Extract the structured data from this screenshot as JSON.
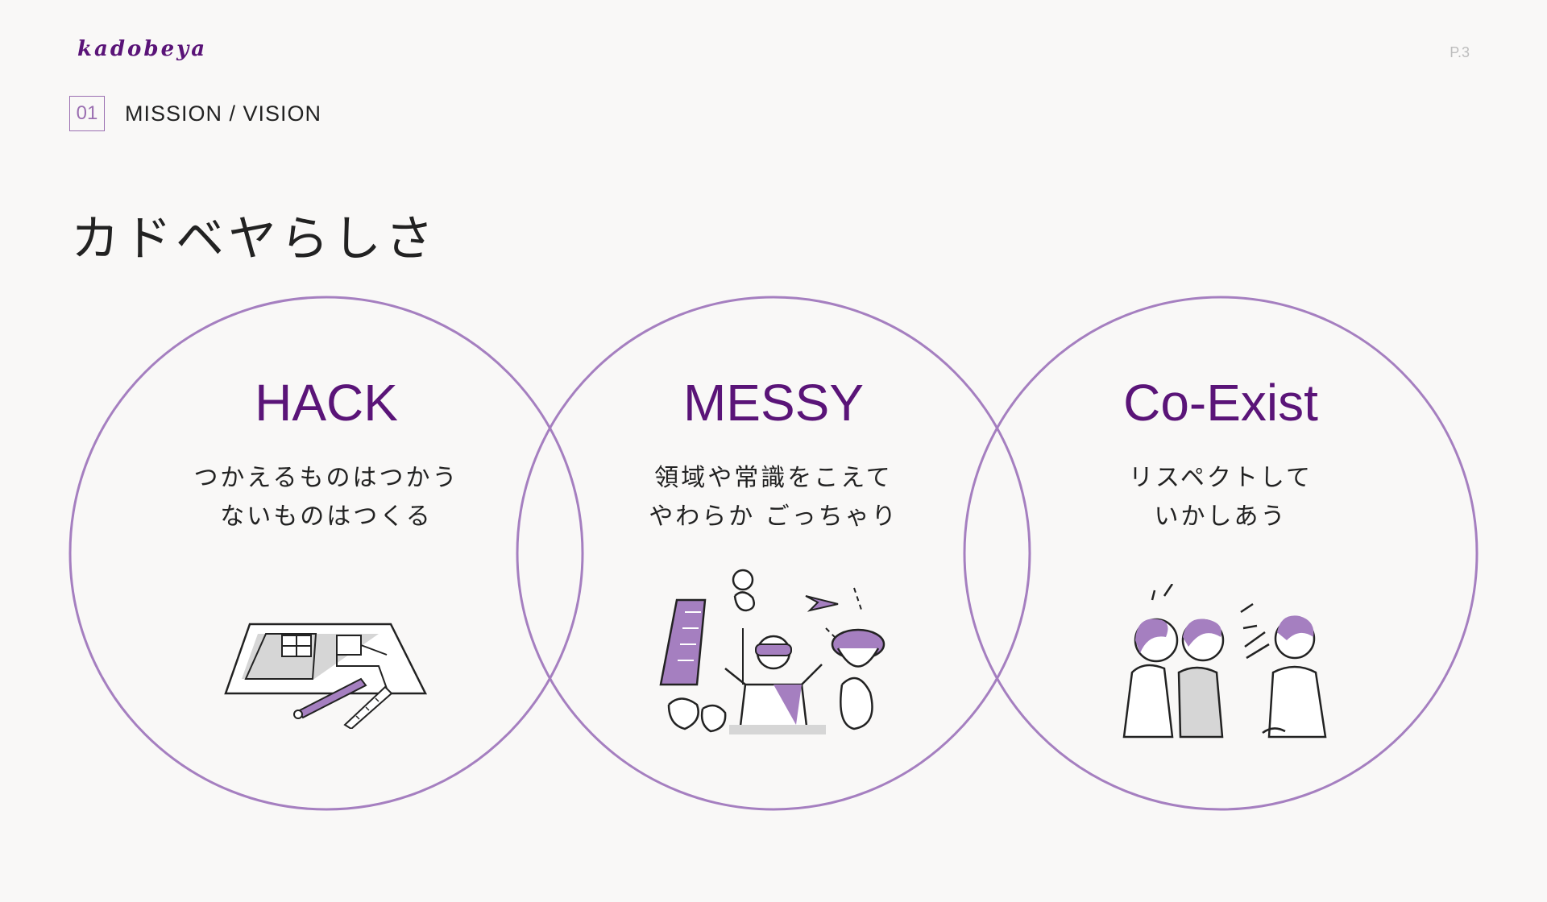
{
  "header": {
    "logo": "kadobeya",
    "page_number": "P.3"
  },
  "section": {
    "number": "01",
    "label": "MISSION / VISION"
  },
  "page_title": "カドベヤらしさ",
  "values": [
    {
      "title": "HACK",
      "lines": [
        "つかえるものはつかう",
        "ないものはつくる"
      ],
      "illustration": "blueprint-and-tools-illustration"
    },
    {
      "title": "MESSY",
      "lines": [
        "領域や常識をこえて",
        "やわらか ごっちゃり"
      ],
      "illustration": "playful-chaos-illustration"
    },
    {
      "title": "Co-Exist",
      "lines": [
        "リスペクトして",
        "いかしあう"
      ],
      "illustration": "people-conversing-illustration"
    }
  ],
  "colors": {
    "accent": "#5a1478",
    "circle_stroke": "#a57fc0",
    "illustration_fill": "#a57fc0",
    "background": "#f9f8f7"
  }
}
